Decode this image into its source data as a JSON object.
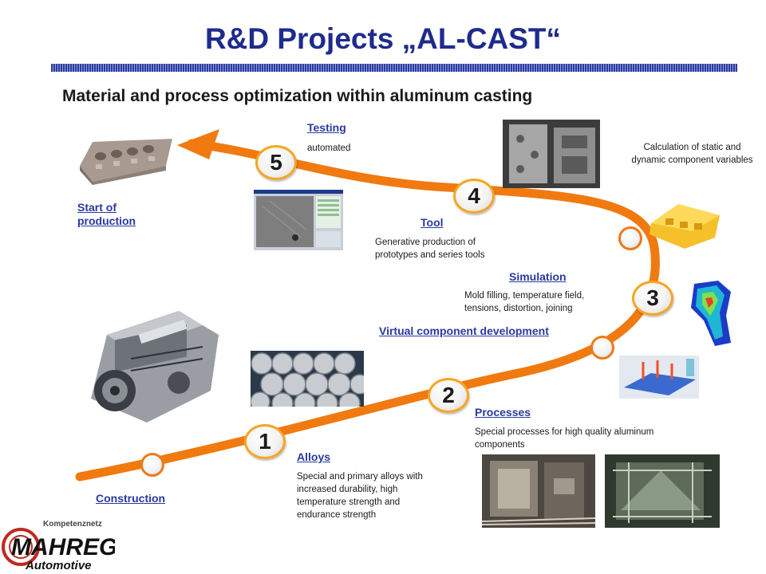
{
  "header": {
    "title": "R&D Projects „AL-CAST“",
    "subtitle": "Material and process optimization within aluminum casting"
  },
  "colors": {
    "title_blue": "#1f2b8c",
    "path_orange": "#f07a10",
    "link_blue": "#2a3aa0"
  },
  "steps": [
    {
      "number": "1",
      "name": "Alloys",
      "text": "Special and primary alloys with increased durability, high temperature strength and endurance strength"
    },
    {
      "number": "2",
      "name": "Processes",
      "text": "Special processes for high quality aluminum components"
    },
    {
      "number": "3",
      "name": "Simulation",
      "text": "Mold filling, temperature field, tensions, distortion, joining"
    },
    {
      "number": "4",
      "name": "Tool",
      "text": "Generative production of prototypes and series tools"
    },
    {
      "number": "5",
      "name": "Testing",
      "text": "automated"
    }
  ],
  "labels": {
    "construction": "Construction",
    "start_line1": "Start of",
    "start_line2": "production",
    "virtual": "Virtual component development",
    "calculation": "Calculation of static and dynamic component variables"
  },
  "logo": {
    "top": "Kompetenznetz",
    "main": "MAHREG",
    "bottom": "Automotive"
  },
  "icons": [
    "cylinder-head-photo",
    "engine-photo",
    "aluminum-bars-photo",
    "casting-machine-photo",
    "mold-tool-photo",
    "xray-screen-photo",
    "fea-part-photo",
    "simulation-plot-photo"
  ]
}
